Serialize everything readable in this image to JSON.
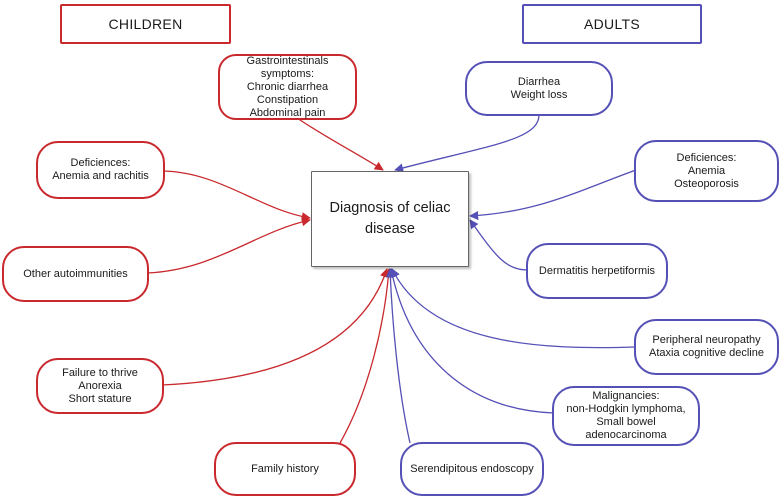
{
  "headers": {
    "children": "CHILDREN",
    "adults": "ADULTS"
  },
  "center": [
    "Diagnosis of celiac",
    "disease"
  ],
  "children": [
    {
      "id": "gastro",
      "lines": [
        "Gastrointestinals",
        "symptoms:",
        "Chronic diarrhea",
        "Constipation",
        "Abdominal pain"
      ]
    },
    {
      "id": "deficiences",
      "lines": [
        "Deficiences:",
        "Anemia and rachitis"
      ]
    },
    {
      "id": "autoimmunities",
      "lines": [
        "Other autoimmunities"
      ]
    },
    {
      "id": "failure",
      "lines": [
        "Failure to thrive",
        "Anorexia",
        "Short stature"
      ]
    },
    {
      "id": "family",
      "lines": [
        "Family history"
      ]
    }
  ],
  "adults": [
    {
      "id": "diarrhea",
      "lines": [
        "Diarrhea",
        "Weight loss"
      ]
    },
    {
      "id": "deficiences",
      "lines": [
        "Deficiences:",
        "Anemia",
        "Osteoporosis"
      ]
    },
    {
      "id": "dermatitis",
      "lines": [
        "Dermatitis herpetiformis"
      ]
    },
    {
      "id": "neuropathy",
      "lines": [
        "Peripheral neuropathy",
        "Ataxia cognitive decline"
      ]
    },
    {
      "id": "malignancies",
      "lines": [
        "Malignancies:",
        "non-Hodgkin lymphoma,",
        "Small bowel",
        "adenocarcinoma"
      ]
    },
    {
      "id": "endoscopy",
      "lines": [
        "Serendipitous endoscopy"
      ]
    }
  ],
  "colors": {
    "children": "#c9282d",
    "adults": "#5550b6",
    "center_border": "#666666"
  }
}
